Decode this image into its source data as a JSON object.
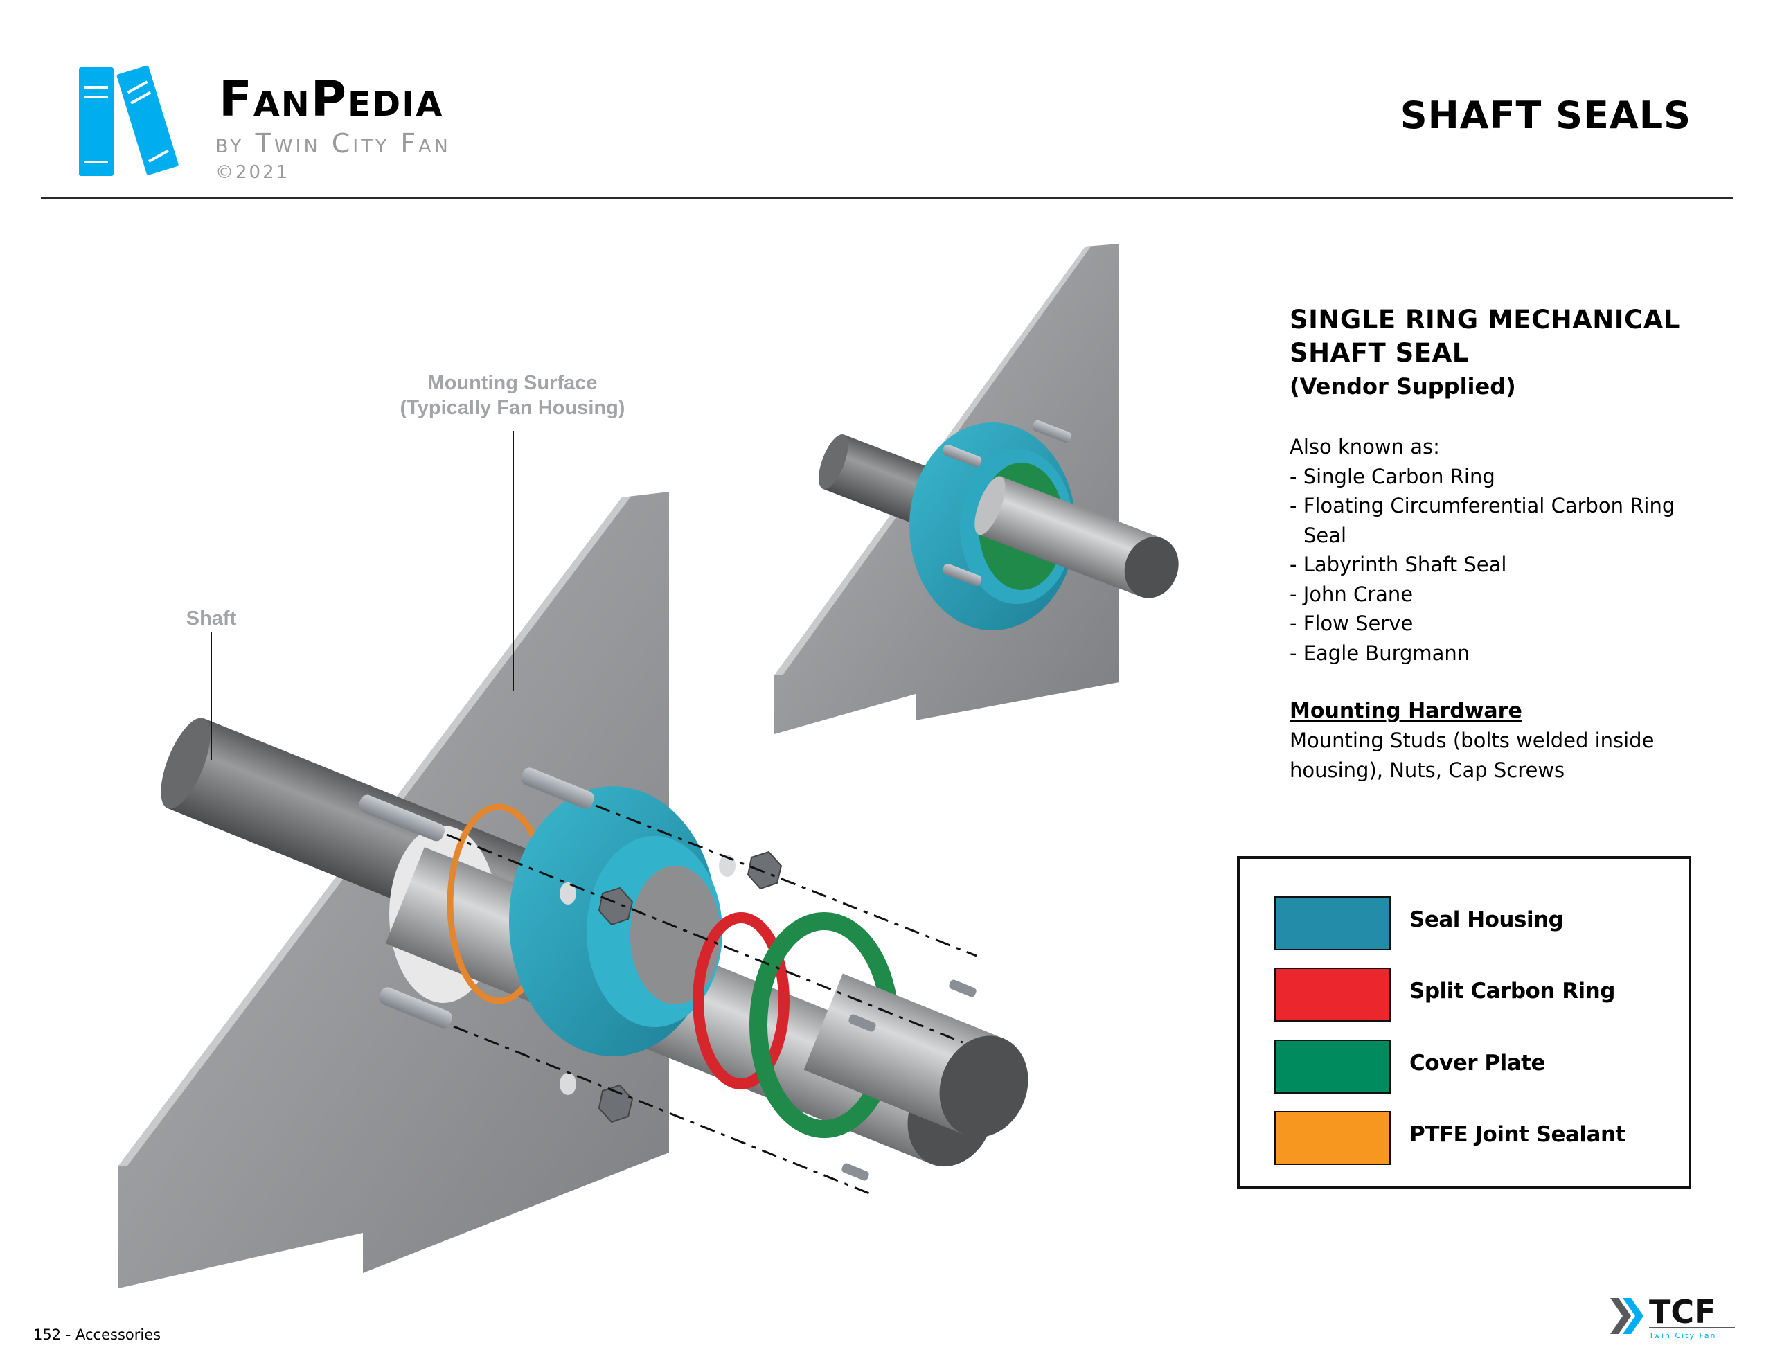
{
  "header": {
    "brand_name": "FanPedia",
    "brand_subtitle": "by Twin City Fan",
    "copyright": "©2021",
    "page_title": "SHAFT SEALS"
  },
  "diagram": {
    "callouts": {
      "mounting_surface_line1": "Mounting Surface",
      "mounting_surface_line2": "(Typically Fan Housing)",
      "shaft": "Shaft"
    },
    "colors": {
      "plate": "#a9aaac",
      "shaft": "#6b6c6e",
      "seal_housing": "#2aa3bd",
      "split_carbon_ring": "#d6252b",
      "cover_plate": "#1f8a4a",
      "ptfe_sealant": "#e3862d",
      "hardware": "#9fa4a9"
    }
  },
  "info": {
    "title_line1": "SINGLE RING MECHANICAL",
    "title_line2": "SHAFT SEAL",
    "subtitle": "(Vendor Supplied)",
    "aka_label": "Also known as:",
    "aka_items": [
      {
        "text": "Single Carbon Ring"
      },
      {
        "text": "Floating Circumferential Carbon Ring",
        "cont": "Seal"
      },
      {
        "text": "Labyrinth Shaft Seal"
      },
      {
        "text": "John Crane"
      },
      {
        "text": "Flow Serve"
      },
      {
        "text": "Eagle Burgmann"
      }
    ],
    "hardware_title": "Mounting Hardware",
    "hardware_line1": "Mounting Studs (bolts welded inside",
    "hardware_line2": "housing), Nuts, Cap Screws"
  },
  "legend": {
    "items": [
      {
        "label": "Seal Housing",
        "color": "#238ca9"
      },
      {
        "label": "Split Carbon Ring",
        "color": "#ec262d"
      },
      {
        "label": "Cover Plate",
        "color": "#008b5f"
      },
      {
        "label": "PTFE Joint Sealant",
        "color": "#f7971f"
      }
    ]
  },
  "footer": {
    "page_label": "152 - Accessories",
    "logo_mark": "TCF",
    "logo_sub": "Twin City Fan"
  },
  "brand_colors": {
    "logo_blue": "#00aeef",
    "logo_gray": "#58595b"
  }
}
